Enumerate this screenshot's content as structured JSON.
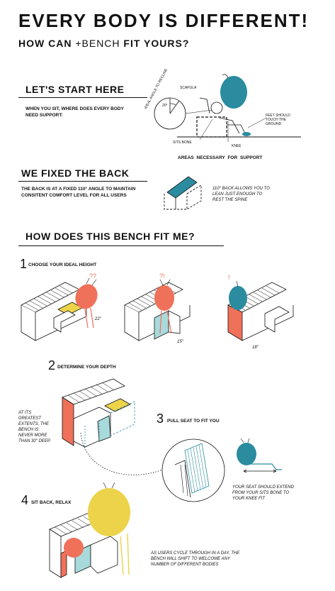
{
  "header": {
    "title": "EVERY BODY IS DIFFERENT!",
    "subtitle_a": "HOW CAN ",
    "subtitle_brand_plus": "+",
    "subtitle_brand": "BENCH",
    "subtitle_b": " FIT YOURS?"
  },
  "section1": {
    "heading": "LET'S START HERE",
    "body": "WHEN YOU SIT, WHERE DOES EVERY BODY NEED SUPPORT:",
    "labels": {
      "scapula": "SCAPULA",
      "ideal_angle": "IDEAL ANGLE TO RECLINE",
      "angle_value": "20°",
      "ground": "FEET SHOULD TOUCH THE GROUND",
      "sits_bone": "SITS BONE",
      "knee": "KNEE",
      "caption": "AREAS   NECESSARY   FOR   SUPPORT"
    }
  },
  "section2": {
    "heading": "WE FIXED THE BACK",
    "body": "THE BACK IS AT A FIXED 110° ANGLE TO MAINTAIN CONSITENT COMFORT LEVEL FOR ALL USERS",
    "note": "110° BACK ALLOWS YOU TO LEAN JUST ENOUGH TO REST THE SPINE"
  },
  "section3": {
    "heading": "HOW DOES THIS BENCH FIT ME?",
    "step1": {
      "num": "1",
      "label": "CHOOSE YOUR IDEAL HEIGHT",
      "marks": [
        "??",
        "?!",
        "!"
      ],
      "dims": [
        "22\"",
        "15\"",
        "18\""
      ]
    },
    "step2": {
      "num": "2",
      "label": "DETERMINE YOUR DEPTH",
      "note": "AT ITS GREATEST EXTENTS, THE BENCH IS NEVER MORE THAN 30\" DEEP."
    },
    "step3": {
      "num": "3",
      "label": "PULL SEAT TO FIT YOU",
      "note": "YOUR SEAT SHOULD EXTEND FROM YOUR SITS BONE TO YOUR KNEE FIT"
    },
    "step4": {
      "num": "4",
      "label": "SIT BACK, RELAX",
      "note": "AS USERS CYCLE THROUGH IN A DAY, THE BENCH WILL SHIFT TO WELCOME ANY NUMBER OF DIFFERENT BODIES"
    }
  },
  "colors": {
    "teal": "#2b8ca0",
    "coral": "#f0715a",
    "yellow": "#ecd34a",
    "ink": "#111111",
    "aqua": "#a9dadb"
  }
}
